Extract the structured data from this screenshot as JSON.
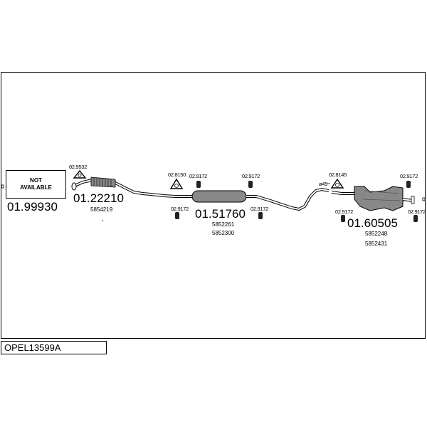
{
  "code": "OPEL13599A",
  "not_available": {
    "line1": "NOT",
    "line2": "AVAILABLE"
  },
  "parts": {
    "part1": {
      "number": "01.99930"
    },
    "part2": {
      "number": "01.22210",
      "oem": "5854219"
    },
    "part3": {
      "number": "01.51760",
      "oem1": "5852261",
      "oem2": "5852300"
    },
    "part4": {
      "number": "01.60505",
      "oem1": "5852248",
      "oem2": "5852431"
    }
  },
  "accessories": {
    "gasket_1": "02.9532",
    "clamp_1": "02.8150",
    "mount_1": "02.9172",
    "mount_2": "02.9172",
    "mount_3": "02.9172",
    "mount_4": "02.9172",
    "clamp_2": "02.8145",
    "dia_label": "ø45",
    "mount_5": "02.9172",
    "mount_6": "02.9172",
    "mount_7": "02.9172"
  }
}
